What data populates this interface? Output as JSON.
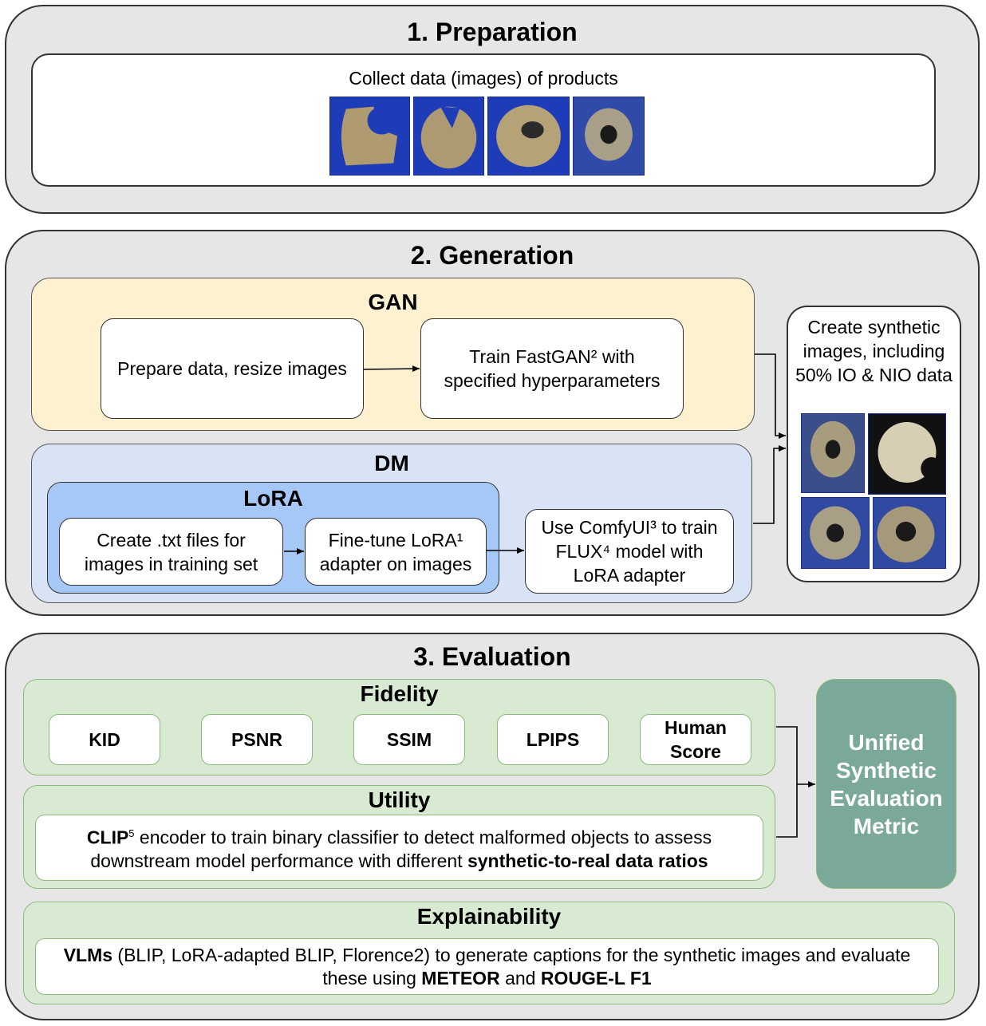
{
  "preparation": {
    "title": "1. Preparation",
    "collect_label": "Collect data (images) of products"
  },
  "generation": {
    "title": "2. Generation",
    "gan": {
      "title": "GAN",
      "step1": "Prepare data, resize images",
      "step2": "Train FastGAN² with specified hyperparameters"
    },
    "dm": {
      "title": "DM",
      "lora_title": "LoRA",
      "step1": "Create .txt files for images in training set",
      "step2": "Fine-tune LoRA¹ adapter on images",
      "step3": "Use ComfyUI³ to train FLUX⁴ model with LoRA adapter"
    },
    "output": "Create synthetic images, including 50% IO & NIO data"
  },
  "evaluation": {
    "title": "3. Evaluation",
    "fidelity": {
      "title": "Fidelity",
      "metrics": [
        "KID",
        "PSNR",
        "SSIM",
        "LPIPS",
        "Human Score"
      ]
    },
    "utility": {
      "title": "Utility",
      "t1": "CLIP",
      "t1_sup": "5",
      "t2": " encoder to train binary classifier to detect malformed objects to assess downstream model performance with different ",
      "t3": "synthetic-to-real data ratios"
    },
    "explainability": {
      "title": "Explainability",
      "t1": "VLMs",
      "t2": " (BLIP, LoRA-adapted BLIP, Florence2) to generate captions for the synthetic images and evaluate these using ",
      "t3": "METEOR",
      "t4": " and ",
      "t5": "ROUGE-L F1"
    },
    "unified": "Unified Synthetic Evaluation Metric"
  },
  "colors": {
    "stage_bg": "#e6e6e6",
    "gan_bg": "#fdf1d0",
    "dm_bg": "#d8e4f5",
    "lora_bg": "#a5c8f7",
    "eval_green": "#d9ead2",
    "unified_bg": "#7aa99a",
    "image_blue": "#1f3fbf",
    "product_beige": "#b7a47c"
  },
  "icons": [
    "product-photo",
    "arrow-right"
  ]
}
